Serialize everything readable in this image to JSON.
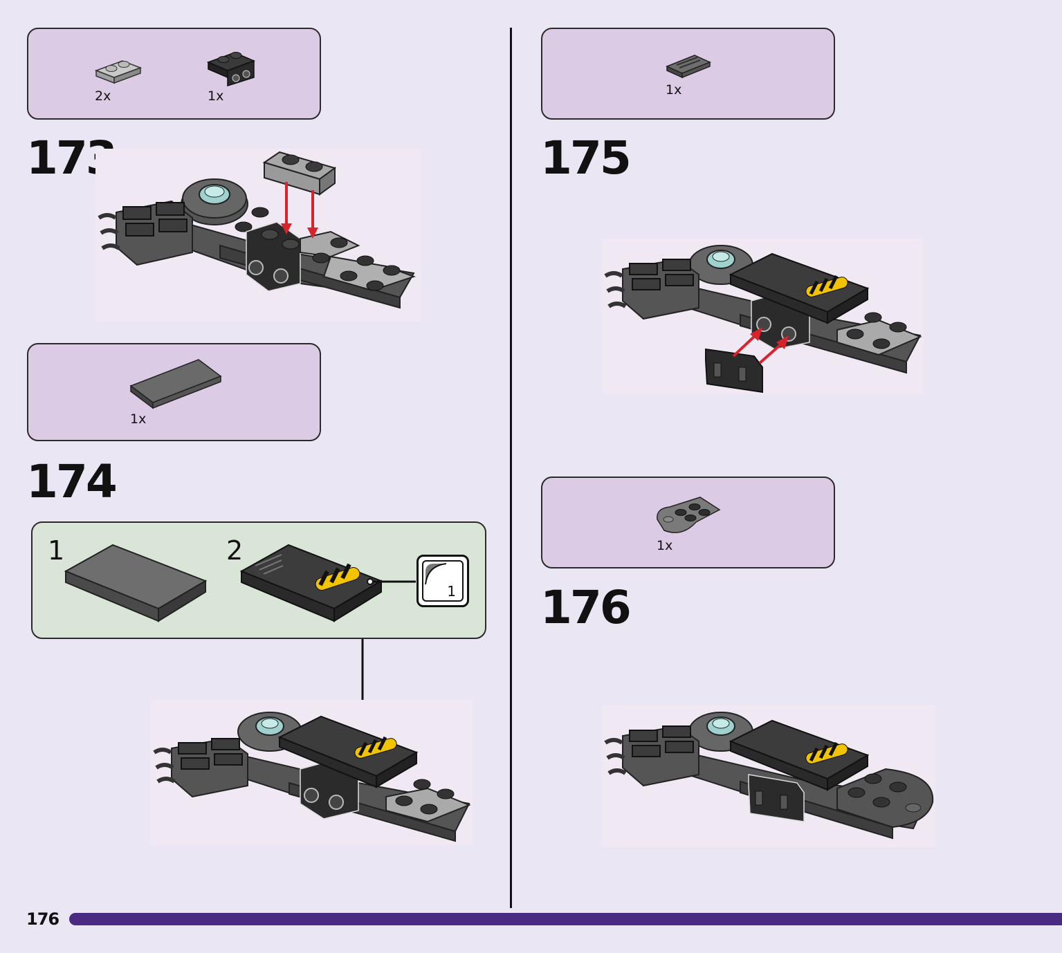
{
  "page": {
    "number": "176"
  },
  "colors": {
    "footer_bar": "#4a2a82",
    "parts_box": "#dccbe4",
    "sub_assembly_box": "#d9e5d6",
    "arrow_red": "#d8232a",
    "hazard_yellow": "#f2c400"
  },
  "steps": [
    {
      "number": "173",
      "parts": [
        {
          "qty": "2x",
          "icon": "plate-1x2-light-grey-icon"
        },
        {
          "qty": "1x",
          "icon": "bracket-1x2-black-icon"
        }
      ]
    },
    {
      "number": "174",
      "parts": [
        {
          "qty": "1x",
          "icon": "tile-2x4-dark-grey-icon"
        }
      ],
      "sub_steps": [
        {
          "number": "1"
        },
        {
          "number": "2",
          "sticker": "1"
        }
      ]
    },
    {
      "number": "175",
      "parts": [
        {
          "qty": "1x",
          "icon": "tile-1x2-grille-icon"
        }
      ]
    },
    {
      "number": "176",
      "parts": [
        {
          "qty": "1x",
          "icon": "wedge-plate-round-icon"
        }
      ]
    }
  ]
}
